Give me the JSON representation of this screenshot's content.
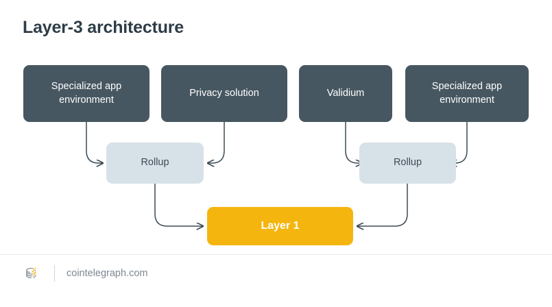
{
  "diagram": {
    "title": "Layer-3 architecture",
    "colors": {
      "layer3_box": "#475761",
      "rollup_box": "#d7e2e8",
      "layer1_box": "#f5b50f",
      "edge": "#3c4a54",
      "title_text": "#2e3d47",
      "footer_text": "#7d8893",
      "background": "#ffffff"
    },
    "layer3_nodes": [
      {
        "id": "specialized-app-environment-left",
        "label": "Specialized app\nenvironment"
      },
      {
        "id": "privacy-solution",
        "label": "Privacy solution"
      },
      {
        "id": "validium",
        "label": "Validium"
      },
      {
        "id": "specialized-app-environment-right",
        "label": "Specialized app\nenvironment"
      }
    ],
    "layer2_nodes": [
      {
        "id": "rollup-left",
        "label": "Rollup"
      },
      {
        "id": "rollup-right",
        "label": "Rollup"
      }
    ],
    "layer1_node": {
      "id": "layer-1",
      "label": "Layer 1"
    }
  },
  "footer": {
    "logo": "cointelegraph-logo-icon",
    "site": "cointelegraph.com"
  }
}
